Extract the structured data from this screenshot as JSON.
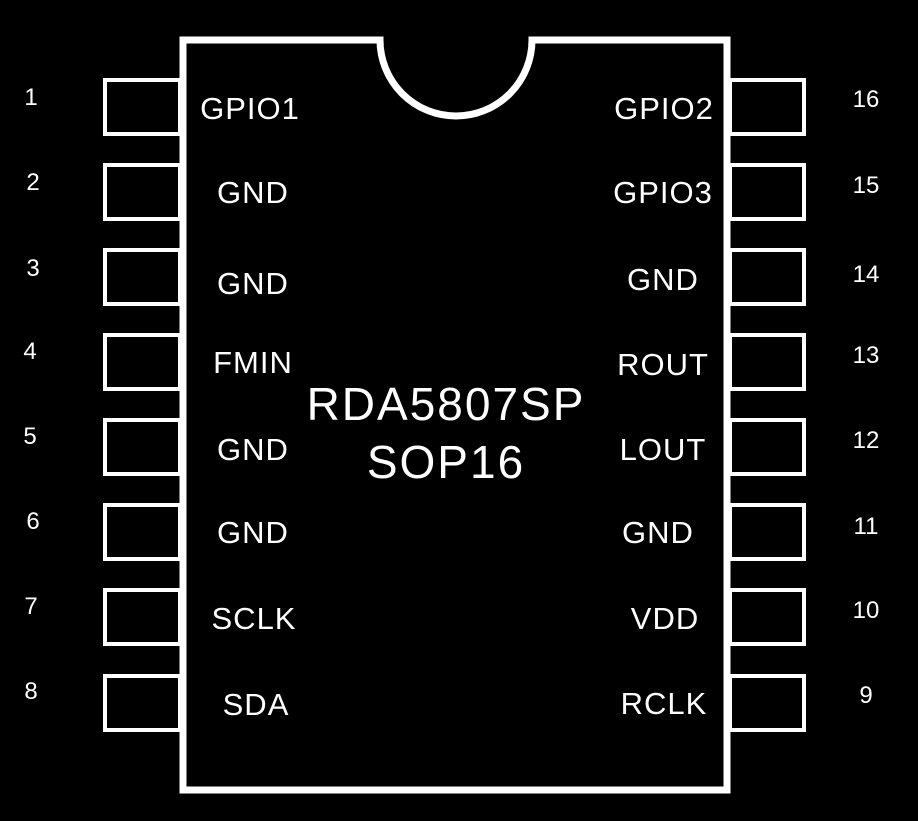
{
  "chip": {
    "part_number": "RDA5807SP",
    "package": "SOP16"
  },
  "pins": {
    "left": [
      {
        "number": "1",
        "name": "GPIO1"
      },
      {
        "number": "2",
        "name": "GND"
      },
      {
        "number": "3",
        "name": "GND"
      },
      {
        "number": "4",
        "name": "FMIN"
      },
      {
        "number": "5",
        "name": "GND"
      },
      {
        "number": "6",
        "name": "GND"
      },
      {
        "number": "7",
        "name": "SCLK"
      },
      {
        "number": "8",
        "name": "SDA"
      }
    ],
    "right": [
      {
        "number": "16",
        "name": "GPIO2"
      },
      {
        "number": "15",
        "name": "GPIO3"
      },
      {
        "number": "14",
        "name": "GND"
      },
      {
        "number": "13",
        "name": "ROUT"
      },
      {
        "number": "12",
        "name": "LOUT"
      },
      {
        "number": "11",
        "name": "GND"
      },
      {
        "number": "10",
        "name": "VDD"
      },
      {
        "number": "9",
        "name": "RCLK"
      }
    ]
  },
  "colors": {
    "background": "#000000",
    "outline": "#ffffff",
    "text": "#ffffff"
  }
}
